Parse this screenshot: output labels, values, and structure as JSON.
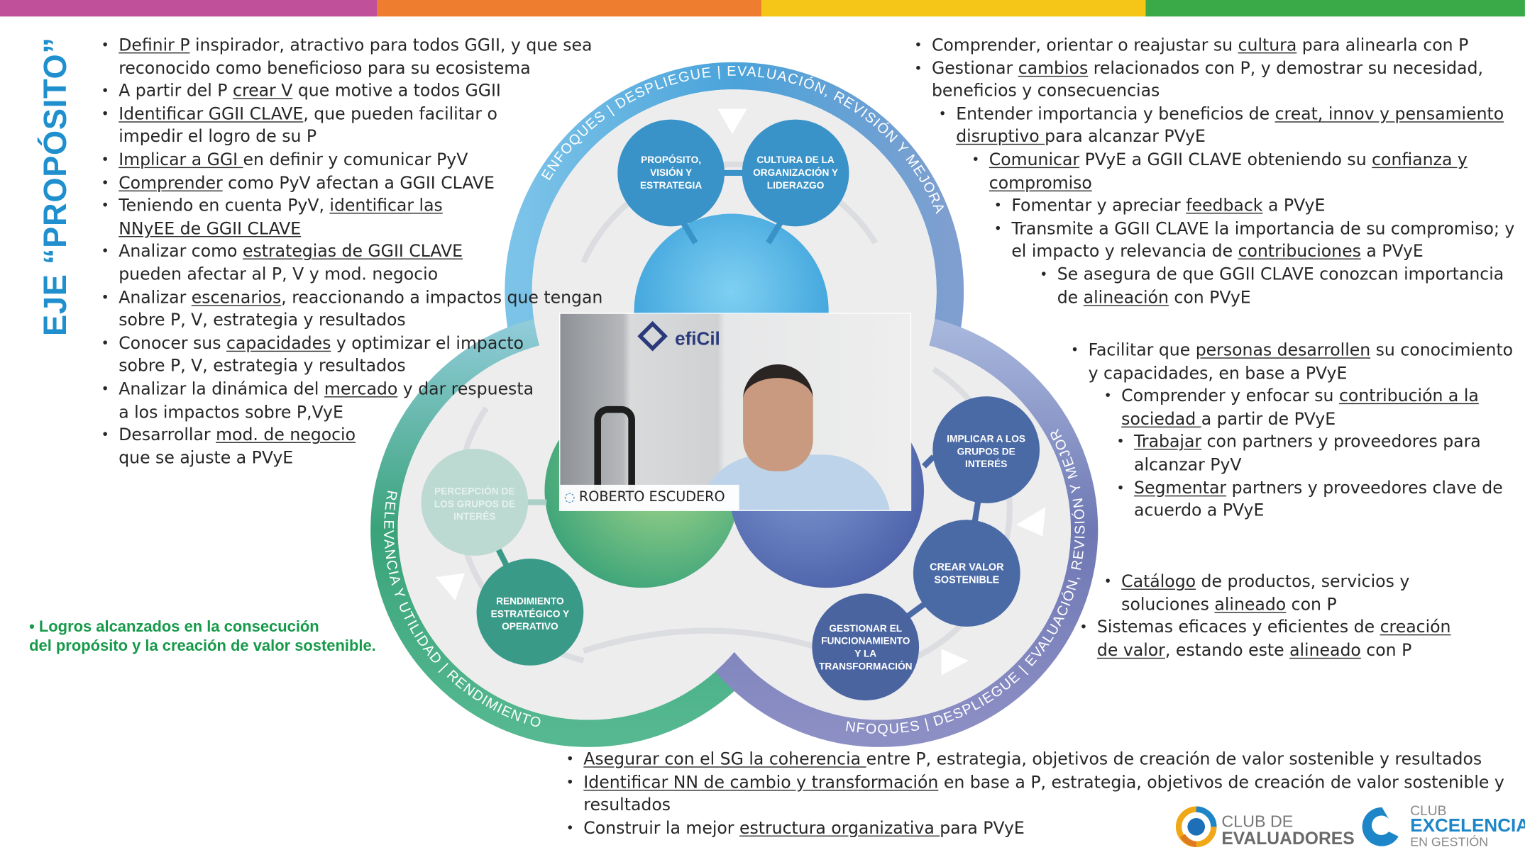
{
  "colors": {
    "bar": [
      "#c0509a",
      "#ef7d2f",
      "#f5c518",
      "#3aaa49"
    ],
    "title": "#1f8fce",
    "green": "#169a4a",
    "blue": "#3a93c8",
    "purple": "#4a6aa6",
    "teal": "#3a9a88"
  },
  "title": "EJE “PROPÓSITO”",
  "left": {
    "items": [
      {
        "level": 0,
        "lines": [
          [
            {
              "t": "Definir P",
              "u": true
            },
            {
              "t": " inspirador, atractivo para todos GGII, y que sea"
            }
          ],
          [
            {
              "t": "reconocido como beneficioso para su ecosistema"
            }
          ]
        ]
      },
      {
        "level": 0,
        "lines": [
          [
            {
              "t": "A partir del P "
            },
            {
              "t": "crear V",
              "u": true
            },
            {
              "t": " que motive a todos GGII"
            }
          ]
        ]
      },
      {
        "level": 0,
        "lines": [
          [
            {
              "t": "Identificar GGII CLAVE",
              "u": true
            },
            {
              "t": ", que pueden facilitar o"
            }
          ],
          [
            {
              "t": "impedir el logro de su P"
            }
          ]
        ]
      },
      {
        "level": 0,
        "lines": [
          [
            {
              "t": "Implicar a GGI ",
              "u": true
            },
            {
              "t": "en definir y comunicar PyV"
            }
          ]
        ]
      },
      {
        "level": 0,
        "lines": [
          [
            {
              "t": "Comprender",
              "u": true
            },
            {
              "t": " como PyV afectan a GGII CLAVE"
            }
          ]
        ]
      },
      {
        "level": 0,
        "lines": [
          [
            {
              "t": "Teniendo en cuenta PyV, "
            },
            {
              "t": "identificar las",
              "u": true
            }
          ],
          [
            {
              "t": "NNyEE de GGII CLAVE",
              "u": true
            }
          ]
        ]
      },
      {
        "level": 0,
        "lines": [
          [
            {
              "t": "Analizar como "
            },
            {
              "t": "estrategias de GGII CLAVE",
              "u": true
            }
          ],
          [
            {
              "t": "pueden afectar al P, V y mod. negocio"
            }
          ]
        ]
      },
      {
        "level": 0,
        "lines": [
          [
            {
              "t": "Analizar "
            },
            {
              "t": "escenarios",
              "u": true
            },
            {
              "t": ", reaccionando a impactos que tengan"
            }
          ],
          [
            {
              "t": "sobre P, V, estrategia y resultados"
            }
          ]
        ]
      },
      {
        "level": 0,
        "lines": [
          [
            {
              "t": "Conocer sus "
            },
            {
              "t": "capacidades",
              "u": true
            },
            {
              "t": " y optimizar el impacto"
            }
          ],
          [
            {
              "t": "sobre P, V, estrategia y resultados"
            }
          ]
        ]
      },
      {
        "level": 0,
        "lines": [
          [
            {
              "t": "Analizar la dinámica del "
            },
            {
              "t": "mercado",
              "u": true
            },
            {
              "t": " y dar respuesta"
            }
          ],
          [
            {
              "t": "a los impactos sobre P,VyE"
            }
          ]
        ]
      },
      {
        "level": 0,
        "lines": [
          [
            {
              "t": "Desarrollar "
            },
            {
              "t": "mod. de negocio",
              "u": true
            }
          ],
          [
            {
              "t": "que se ajuste a PVyE"
            }
          ]
        ]
      }
    ]
  },
  "rtop": {
    "items": [
      {
        "level": 0,
        "lines": [
          [
            {
              "t": "Comprender, orientar o reajustar su "
            },
            {
              "t": "cultura",
              "u": true
            },
            {
              "t": " para alinearla con P"
            }
          ]
        ]
      },
      {
        "level": 0,
        "lines": [
          [
            {
              "t": "Gestionar "
            },
            {
              "t": "cambios",
              "u": true
            },
            {
              "t": " relacionados con P, y demostrar su necesidad,"
            }
          ],
          [
            {
              "t": "beneficios y consecuencias"
            }
          ]
        ]
      },
      {
        "level": 1,
        "lines": [
          [
            {
              "t": "Entender importancia y beneficios de "
            },
            {
              "t": "creat, innov y pensamiento",
              "u": true
            }
          ],
          [
            {
              "t": "disruptivo ",
              "u": true
            },
            {
              "t": "para alcanzar PVyE"
            }
          ]
        ]
      },
      {
        "level": 2,
        "lines": [
          [
            {
              "t": "Comunicar",
              "u": true
            },
            {
              "t": " PVyE a GGII CLAVE obteniendo su "
            },
            {
              "t": "confianza y",
              "u": true
            }
          ],
          [
            {
              "t": "compromiso",
              "u": true
            }
          ]
        ]
      },
      {
        "level": 3,
        "lines": [
          [
            {
              "t": "Fomentar y apreciar "
            },
            {
              "t": "feedback",
              "u": true
            },
            {
              "t": " a PVyE"
            }
          ]
        ]
      },
      {
        "level": 3,
        "lines": [
          [
            {
              "t": "Transmite a GGII CLAVE la importancia de su compromiso; y"
            }
          ],
          [
            {
              "t": "el impacto y relevancia de "
            },
            {
              "t": "contribuciones",
              "u": true
            },
            {
              "t": " a PVyE"
            }
          ]
        ]
      },
      {
        "level": 4,
        "lines": [
          [
            {
              "t": "Se asegura de que GGII CLAVE conozcan importancia"
            }
          ],
          [
            {
              "t": "de "
            },
            {
              "t": "alineación",
              "u": true
            },
            {
              "t": " con PVyE"
            }
          ]
        ]
      }
    ]
  },
  "rmid": {
    "items": [
      {
        "level": 0,
        "lines": [
          [
            {
              "t": "Facilitar que "
            },
            {
              "t": "personas desarrollen",
              "u": true
            },
            {
              "t": " su conocimiento"
            }
          ],
          [
            {
              "t": "y capacidades, en base a PVyE"
            }
          ]
        ]
      },
      {
        "level": 1,
        "lines": [
          [
            {
              "t": "Comprender y enfocar su "
            },
            {
              "t": "contribución a la",
              "u": true
            }
          ],
          [
            {
              "t": "sociedad ",
              "u": true
            },
            {
              "t": "a partir de PVyE"
            }
          ]
        ]
      },
      {
        "level": 2,
        "lines": [
          [
            {
              "t": "Trabajar",
              "u": true
            },
            {
              "t": " con partners y proveedores para"
            }
          ],
          [
            {
              "t": "alcanzar PyV"
            }
          ]
        ]
      },
      {
        "level": 2,
        "lines": [
          [
            {
              "t": "Segmentar",
              "u": true
            },
            {
              "t": " partners y proveedores clave de"
            }
          ],
          [
            {
              "t": "acuerdo a PVyE"
            }
          ]
        ]
      }
    ]
  },
  "rlow": {
    "items": [
      {
        "level": 1,
        "lines": [
          [
            {
              "t": "Catálogo",
              "u": true
            },
            {
              "t": " de productos, servicios y"
            }
          ],
          [
            {
              "t": "soluciones "
            },
            {
              "t": "alineado",
              "u": true
            },
            {
              "t": " con P"
            }
          ]
        ]
      },
      {
        "level": 0,
        "lines": [
          [
            {
              "t": "Sistemas eficaces y eficientes de "
            },
            {
              "t": "creación",
              "u": true
            }
          ],
          [
            {
              "t": "de valor",
              "u": true
            },
            {
              "t": ", estando este "
            },
            {
              "t": "alineado",
              "u": true
            },
            {
              "t": " con P"
            }
          ]
        ]
      }
    ]
  },
  "bottom": {
    "items": [
      {
        "level": 0,
        "lines": [
          [
            {
              "t": "Asegurar con el SG la coherencia ",
              "u": true
            },
            {
              "t": "entre P, estrategia, objetivos de creación de valor sostenible y resultados"
            }
          ]
        ]
      },
      {
        "level": 0,
        "lines": [
          [
            {
              "t": "Identificar NN de cambio y transformación",
              "u": true
            },
            {
              "t": " en base a P, estrategia, objetivos de creación de valor sostenible y"
            }
          ],
          [
            {
              "t": "resultados"
            }
          ]
        ]
      },
      {
        "level": 0,
        "lines": [
          [
            {
              "t": "Construir la mejor "
            },
            {
              "t": "estructura organizativa ",
              "u": true
            },
            {
              "t": "para PVyE"
            }
          ]
        ]
      }
    ]
  },
  "green_note": {
    "lines": [
      "• Logros alcanzados en la consecución",
      "del propósito y la creación de valor sostenible."
    ]
  },
  "diagram": {
    "ring_top": "ENFOQUES | DESPLIEGUE | EVALUACIÓN, REVISIÓN Y MEJORA",
    "ring_left": "RELEVANCIA Y UTILIDAD | RENDIMIENTO",
    "ring_right": "ENFOQUES | DESPLIEGUE | EVALUACIÓN, REVISIÓN Y MEJORA",
    "nodes": {
      "proposito": [
        "PROPÓSITO,",
        "VISIÓN Y",
        "ESTRATEGIA"
      ],
      "cultura": [
        "CULTURA DE LA",
        "ORGANIZACIÓN Y",
        "LIDERAZGO"
      ],
      "implicar": [
        "IMPLICAR A LOS",
        "GRUPOS DE",
        "INTERÉS"
      ],
      "crear": [
        "CREAR VALOR",
        "SOSTENIBLE"
      ],
      "gestionar": [
        "GESTIONAR EL",
        "FUNCIONAMIENTO",
        "Y LA",
        "TRANSFORMACIÓN"
      ],
      "rendimiento": [
        "RENDIMIENTO",
        "ESTRATÉGICO Y",
        "OPERATIVO"
      ],
      "percepcion": [
        "PERCEPCIÓN DE",
        "LOS GRUPOS DE",
        "INTERÉS"
      ]
    }
  },
  "video": {
    "participant": "ROBERTO ESCUDERO",
    "logo_text": "efiCil",
    "icon": "participant-audio-icon"
  },
  "logos": {
    "evaluadores": {
      "line1": "CLUB DE",
      "line2": "EVALUADORES"
    },
    "excelencia": {
      "line1": "CLUB",
      "line2": "EXCELENCIA",
      "line3": "EN GESTIÓN"
    }
  }
}
